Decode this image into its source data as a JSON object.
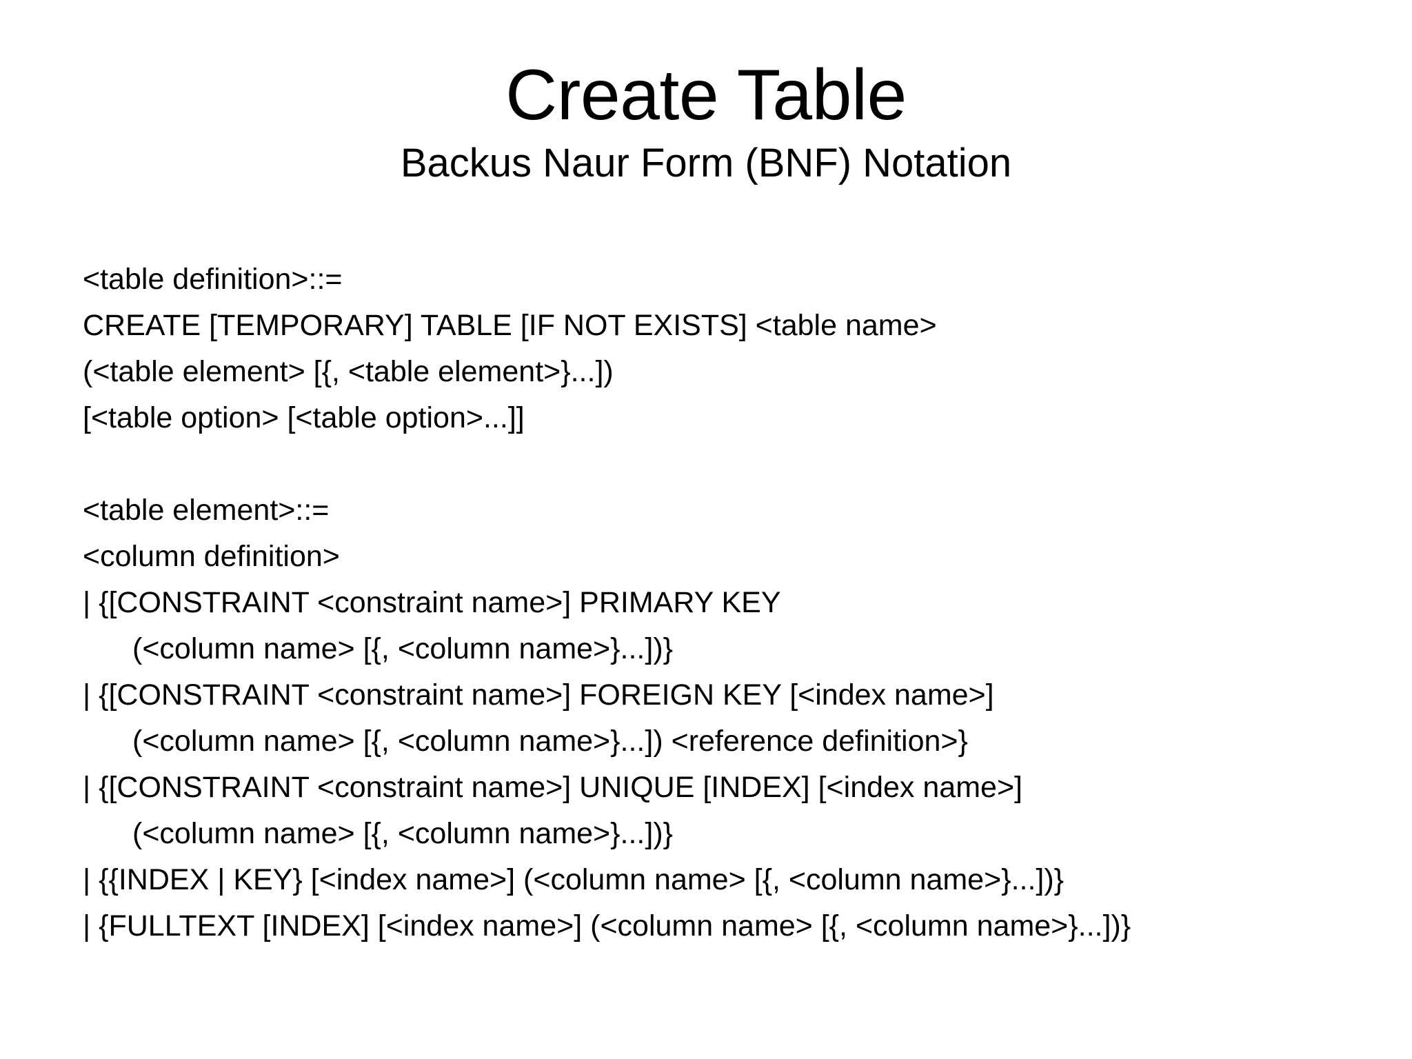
{
  "slide": {
    "title": "Create Table",
    "subtitle": "Backus Naur Form (BNF) Notation",
    "background_color": "#ffffff",
    "text_color": "#000000",
    "bnf_lines": [
      {
        "text": "<table definition>::=",
        "indent": false
      },
      {
        "text": "CREATE [TEMPORARY] TABLE [IF NOT EXISTS] <table name>",
        "indent": false
      },
      {
        "text": "(<table element> [{, <table element>}...])",
        "indent": false
      },
      {
        "text": "[<table option> [<table option>...]]",
        "indent": false
      },
      {
        "text": "",
        "indent": false
      },
      {
        "text": "<table element>::=",
        "indent": false
      },
      {
        "text": "<column definition>",
        "indent": false
      },
      {
        "text": "| {[CONSTRAINT <constraint name>] PRIMARY KEY",
        "indent": false
      },
      {
        "text": "(<column name> [{, <column name>}...])}",
        "indent": true
      },
      {
        "text": "| {[CONSTRAINT <constraint name>] FOREIGN KEY [<index name>]",
        "indent": false
      },
      {
        "text": "(<column name> [{, <column name>}...]) <reference definition>}",
        "indent": true
      },
      {
        "text": "| {[CONSTRAINT <constraint name>] UNIQUE [INDEX] [<index name>]",
        "indent": false
      },
      {
        "text": "(<column name> [{, <column name>}...])}",
        "indent": true
      },
      {
        "text": "| {{INDEX | KEY} [<index name>] (<column name> [{, <column name>}...])}",
        "indent": false
      },
      {
        "text": "| {FULLTEXT [INDEX] [<index name>] (<column name> [{, <column name>}...])}",
        "indent": false
      }
    ]
  }
}
